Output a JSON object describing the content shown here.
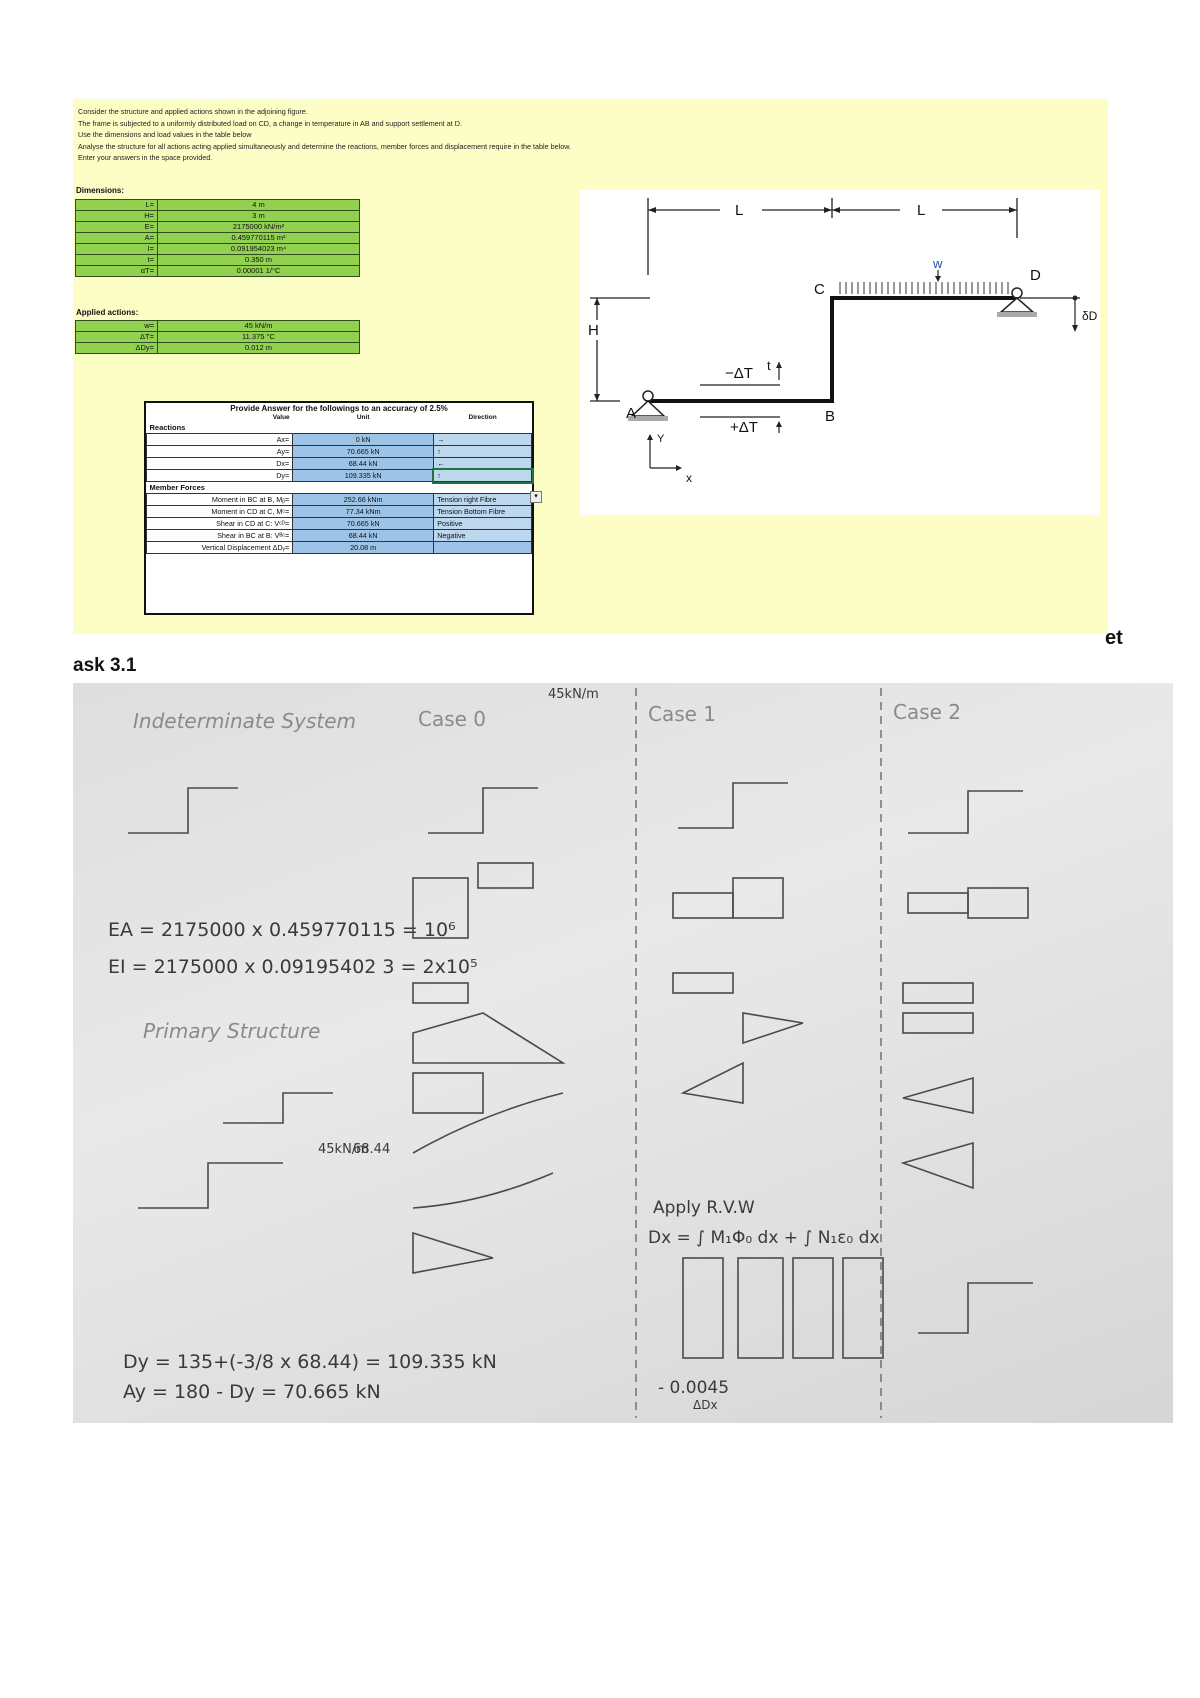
{
  "intro_lines": [
    "Consider the structure and applied actions shown in the adjoining figure.",
    "The frame is subjected to a  uniformly distributed load on CD, a change in temperature in AB and support settlement at D.",
    "Use the dimensions and load values in the table below",
    "Analyse the structure for all actions acting applied simultaneously and determine the reactions, member forces and displacement require in the table below.",
    "Enter your answers in the space provided."
  ],
  "dimensions": {
    "title": "Dimensions:",
    "rows": [
      {
        "label": "L=",
        "value": "4 m"
      },
      {
        "label": "H=",
        "value": "3 m"
      },
      {
        "label": "E=",
        "value": "2175000 kN/m²"
      },
      {
        "label": "A=",
        "value": "0.459770115 m²"
      },
      {
        "label": "I=",
        "value": "0.091954023 m⁴"
      },
      {
        "label": "t=",
        "value": "0.350 m"
      },
      {
        "label": "αT=",
        "value": "0.00001 1/°C"
      }
    ]
  },
  "actions": {
    "title": "Applied actions:",
    "rows": [
      {
        "label": "w=",
        "value": "45 kN/m"
      },
      {
        "label": "ΔT=",
        "value": "11.375 °C"
      },
      {
        "label": "ΔDy=",
        "value": "0.012 m"
      }
    ]
  },
  "answer_table": {
    "header": "Provide Answer for the followings to an accuracy of 2.5%",
    "col_value": "Value",
    "col_unit": "Unit",
    "col_direction": "Direction",
    "reactions_title": "Reactions",
    "reactions": [
      {
        "label": "Ax=",
        "value": "0 kN",
        "direction": "→"
      },
      {
        "label": "Ay=",
        "value": "70.665 kN",
        "direction": "↑"
      },
      {
        "label": "Dx=",
        "value": "68.44 kN",
        "direction": "←"
      },
      {
        "label": "Dy=",
        "value": "109.335 kN",
        "direction": "↑"
      }
    ],
    "forces_title": "Member Forces",
    "forces": [
      {
        "label": "Moment in BC at B, Mᵦ=",
        "value": "252.66 kNm",
        "direction": "Tension right Fibre"
      },
      {
        "label": "Moment in CD at C, Mᶜ=",
        "value": "77.34 kNm",
        "direction": "Tension Bottom Fibre"
      },
      {
        "label": "Shear in CD at C: Vᶜᴰ=",
        "value": "70.665 kN",
        "direction": "Positive"
      },
      {
        "label": "Shear in BC at B: Vᴮᶜ=",
        "value": "68.44 kN",
        "direction": "Negative"
      },
      {
        "label": "Vertical Displacement ΔDᵧ=",
        "value": "20.08 m",
        "direction": ""
      }
    ]
  },
  "figure": {
    "labels": {
      "L1": "L",
      "L2": "L",
      "H": "H",
      "w": "w",
      "C": "C",
      "D": "D",
      "A": "A",
      "B": "B",
      "dT_top": "−ΔT",
      "dT_bot": "+ΔT",
      "t": "t",
      "delta": "δD",
      "Y": "Y",
      "X": "x"
    }
  },
  "corner_word": "et",
  "task_label": "ask 3.1",
  "photo": {
    "headings": [
      "Indeterminate System",
      "Case 0",
      "Case 1",
      "Case 2",
      "Primary Structure"
    ],
    "eq1": "EA = 2175000 x 0.459770115 = 10⁶",
    "eq2": "EI = 2175000 x 0.09195402 3 = 2x10⁵",
    "eq3": "Dy = 135+(-3/8 x 68.44) = 109.335 kN",
    "eq4": "Ay = 180 - Dy = 70.665 kN",
    "rvw": "Apply R.V.W",
    "dx": "Dx = ∫ M₁Φ₀ dx + ∫ N₁ε₀ dx",
    "result": "- 0.0045",
    "result_sub": "ΔDx",
    "load": "45kN/m",
    "react": "68.44"
  }
}
